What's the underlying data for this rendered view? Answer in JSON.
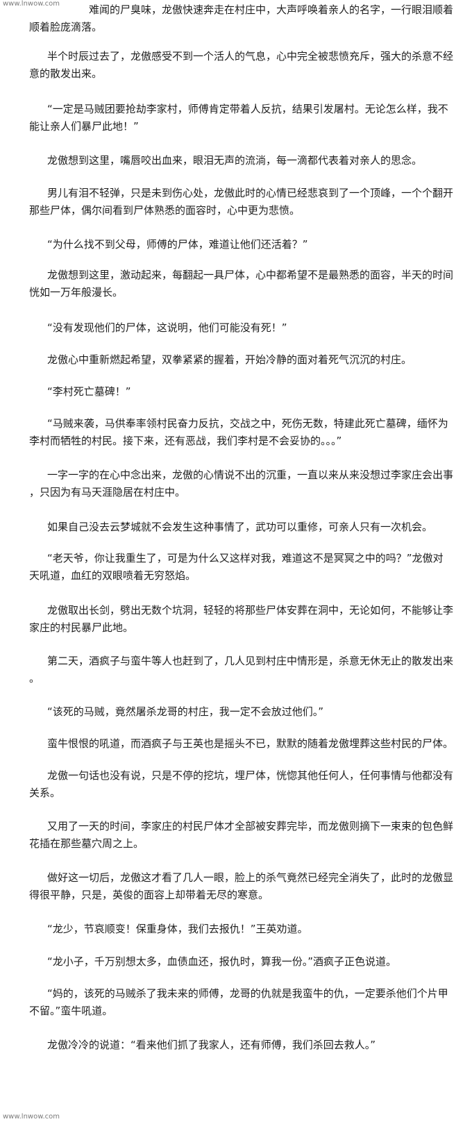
{
  "watermark": {
    "top": "www.lnwow.com",
    "bottom": "www.lnwow.com"
  },
  "paragraphs": [
    [
      "难闻的尸臭味，龙傲快速奔走在村庄中，大声呼唤着亲人的名字，一行眼泪顺着",
      "顺着脸庞滴落。"
    ],
    [
      "半个时辰过去了，龙傲感受不到一个活人的气息，心中完全被悲愤充斥，强大的杀意不经",
      "意的散发出来。"
    ],
    [
      "“一定是马贼团要抢劫李家村，师傅肯定带着人反抗，结果引发屠村。无论怎么样，我不",
      "能让亲人们暴尸此地！”"
    ],
    [
      "龙傲想到这里，嘴唇咬出血来，眼泪无声的流淌，每一滴都代表着对亲人的思念。"
    ],
    [
      "男儿有泪不轻弹，只是未到伤心处，龙傲此时的心情已经悲哀到了一个顶峰，一个个翻开",
      "那些尸体，偶尔间看到尸体熟悉的面容时，心中更为悲愤。"
    ],
    [
      "“为什么找不到父母，师傅的尸体，难道让他们还活着？”"
    ],
    [
      "龙傲想到这里，激动起来，每翻起一具尸体，心中都希望不是最熟悉的面容，半天的时间",
      "恍如一万年般漫长。"
    ],
    [
      "“没有发现他们的尸体，这说明，他们可能没有死！”"
    ],
    [
      "龙傲心中重新燃起希望，双拳紧紧的握着，开始冷静的面对着死气沉沉的村庄。"
    ],
    [
      "“李村死亡墓碑！”"
    ],
    [
      "“马贼来袭，马供奉率领村民奋力反抗，交战之中，死伤无数，特建此死亡墓碑，缅怀为",
      "李村而牺牲的村民。接下来，还有恶战，我们李村是不会妥协的。。。”"
    ],
    [
      "一字一字的在心中念出来，龙傲的心情说不出的沉重，一直以来从来没想过李家庄会出事",
      "，只因为有马天涯隐居在村庄中。"
    ],
    [
      "如果自己没去云梦城就不会发生这种事情了，武功可以重修，可亲人只有一次机会。"
    ],
    [
      "“老天爷，你让我重生了，可是为什么又这样对我，难道这不是冥冥之中的吗？”龙傲对",
      "天吼道，血红的双眼喷着无穷怒焰。"
    ],
    [
      "龙傲取出长剑，劈出无数个坑洞，轻轻的将那些尸体安葬在洞中，无论如何，不能够让李",
      "家庄的村民暴尸此地。"
    ],
    [
      "第二天，酒疯子与蛮牛等人也赶到了，几人见到村庄中情形是，杀意无休无止的散发出来",
      "。"
    ],
    [
      "“该死的马贼，竟然屠杀龙哥的村庄，我一定不会放过他们。”"
    ],
    [
      "蛮牛恨恨的吼道，而酒疯子与王英也是摇头不已，默默的随着龙傲埋葬这些村民的尸体。"
    ],
    [
      "龙傲一句话也没有说，只是不停的挖坑，埋尸体，恍惚其他任何人，任何事情与他都没有",
      "关系。"
    ],
    [
      "又用了一天的时间，李家庄的村民尸体才全部被安葬完毕，而龙傲则摘下一束束的包色鲜",
      "花插在那些墓穴周之上。"
    ],
    [
      "做好这一切后，龙傲这才看了几人一眼，脸上的杀气竟然已经完全消失了，此时的龙傲显",
      "得很平静，只是，英俊的面容上却带着无尽的寒意。"
    ],
    [
      "“龙少，节哀顺变！保重身体，我们去报仇！”王英劝道。"
    ],
    [
      "“龙小子，千万别想太多，血债血还，报仇时，算我一份。”酒疯子正色说道。"
    ],
    [
      "“妈的，该死的马贼杀了我未来的师傅，龙哥的仇就是我蛮牛的仇，一定要杀他们个片甲",
      "不留。”蛮牛吼道。"
    ],
    [
      "龙傲冷冷的说道：“看来他们抓了我家人，还有师傅，我们杀回去救人。”"
    ]
  ]
}
